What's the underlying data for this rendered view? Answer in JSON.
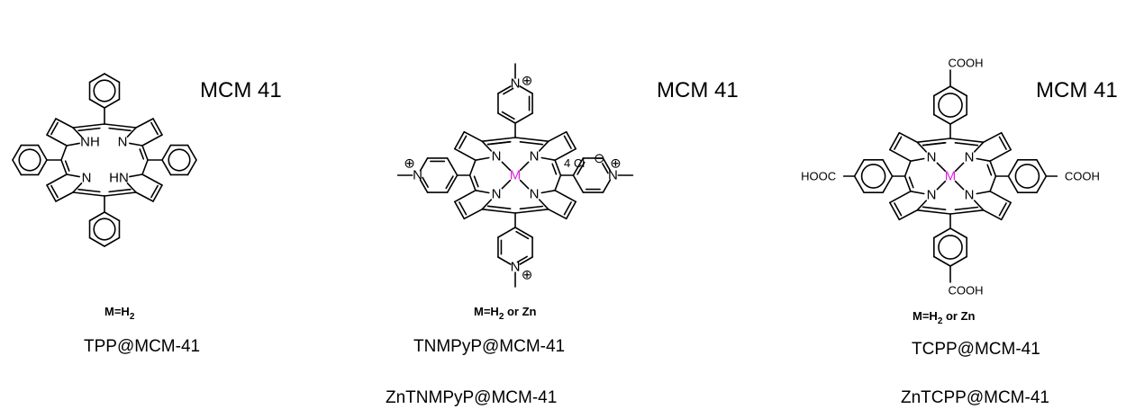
{
  "compounds": [
    {
      "support_label": "MCM 41",
      "condition": {
        "prefix": "M=H",
        "sub": "2",
        "suffix": ""
      },
      "names": [
        "TPP@MCM-41"
      ],
      "atoms": {
        "nh_top": "NH",
        "n_right": "N",
        "n_left": "N",
        "hn_bottom": "HN"
      }
    },
    {
      "support_label": "MCM 41",
      "counter_ion": "4 Cl",
      "condition": {
        "prefix": "M=H",
        "sub": "2",
        "suffix": " or Zn"
      },
      "names": [
        "TNMPyP@MCM-41",
        "ZnTNMPyP@MCM-41"
      ],
      "atoms": {
        "n": "N",
        "metal": "M"
      }
    },
    {
      "support_label": "MCM 41",
      "condition": {
        "prefix": "M=H",
        "sub": "2",
        "suffix": " or Zn"
      },
      "names": [
        "TCPP@MCM-41",
        "ZnTCPP@MCM-41"
      ],
      "atoms": {
        "n": "N",
        "metal": "M"
      },
      "groups": {
        "top": "COOH",
        "bottom": "COOH",
        "right": "COOH",
        "left": "HOOC"
      }
    }
  ],
  "charge_symbol": "⊕",
  "anion_symbol": "⊖"
}
